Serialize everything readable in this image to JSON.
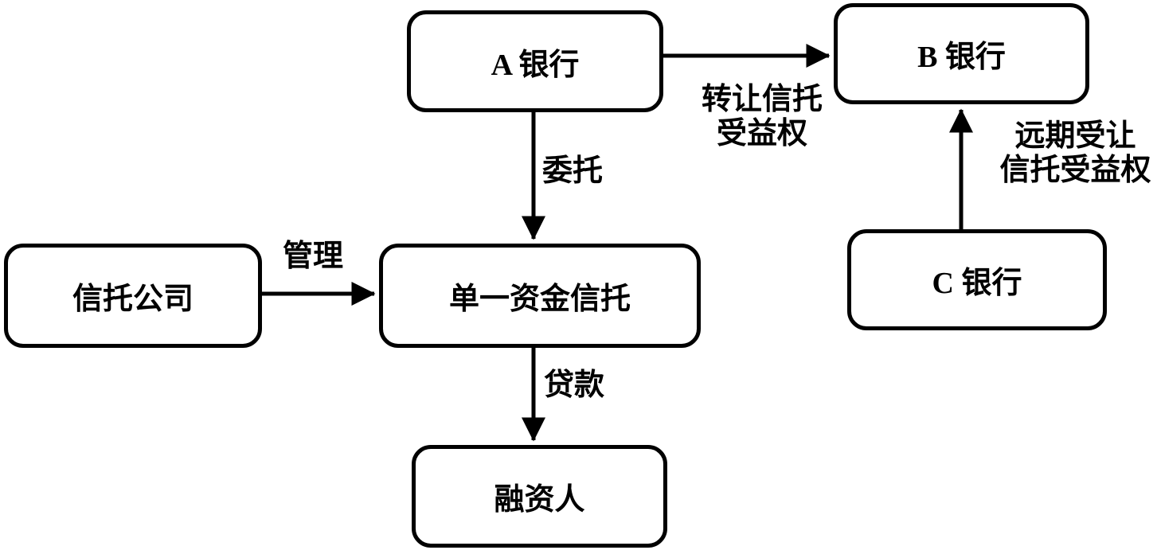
{
  "diagram": {
    "type": "flowchart",
    "colors": {
      "background": "#ffffff",
      "stroke": "#000000",
      "box_fill": "#ffffff",
      "text": "#000000"
    },
    "nodes": {
      "bank_a": {
        "label": "A 银行"
      },
      "bank_b": {
        "label": "B 银行"
      },
      "bank_c": {
        "label": "C 银行"
      },
      "trust_company": {
        "label": "信托公司"
      },
      "single_fund_trust": {
        "label": "单一资金信托"
      },
      "financier": {
        "label": "融资人"
      }
    },
    "edges": {
      "a_to_b": {
        "from": "bank_a",
        "to": "bank_b",
        "label": "转让信托\n受益权"
      },
      "a_to_trust": {
        "from": "bank_a",
        "to": "single_fund_trust",
        "label": "委托"
      },
      "company_to_trust": {
        "from": "trust_company",
        "to": "single_fund_trust",
        "label": "管理"
      },
      "c_to_b": {
        "from": "bank_c",
        "to": "bank_b",
        "label": "远期受让\n信托受益权"
      },
      "trust_to_financier": {
        "from": "single_fund_trust",
        "to": "financier",
        "label": "贷款"
      }
    }
  }
}
